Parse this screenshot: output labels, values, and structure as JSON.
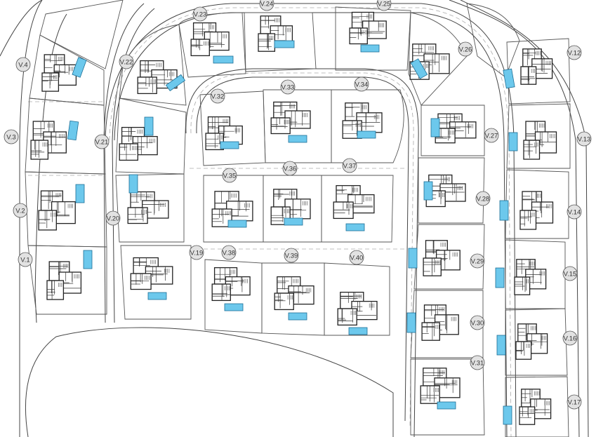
{
  "plan": {
    "colors": {
      "line": "#444444",
      "road_dash": "#aaaaaa",
      "pool": "#6cc8ec",
      "pool_stroke": "#1d6f96",
      "label_fill": "#e2e2e2",
      "label_stroke": "#555555",
      "label_text": "#333333"
    },
    "villas": [
      {
        "label": "V.1"
      },
      {
        "label": "V.2"
      },
      {
        "label": "V.3"
      },
      {
        "label": "V.4"
      },
      {
        "label": "V.12"
      },
      {
        "label": "V.13"
      },
      {
        "label": "V.14"
      },
      {
        "label": "V.15"
      },
      {
        "label": "V.16"
      },
      {
        "label": "V.17"
      },
      {
        "label": "V.19"
      },
      {
        "label": "V.20"
      },
      {
        "label": "V.21"
      },
      {
        "label": "V.22"
      },
      {
        "label": "V.23"
      },
      {
        "label": "V.24"
      },
      {
        "label": "V.25"
      },
      {
        "label": "V.26"
      },
      {
        "label": "V.27"
      },
      {
        "label": "V.28"
      },
      {
        "label": "V.29"
      },
      {
        "label": "V.30"
      },
      {
        "label": "V.31"
      },
      {
        "label": "V.32"
      },
      {
        "label": "V.33"
      },
      {
        "label": "V.34"
      },
      {
        "label": "V.35"
      },
      {
        "label": "V.36"
      },
      {
        "label": "V.37"
      },
      {
        "label": "V.38"
      },
      {
        "label": "V.39"
      },
      {
        "label": "V.40"
      }
    ]
  }
}
